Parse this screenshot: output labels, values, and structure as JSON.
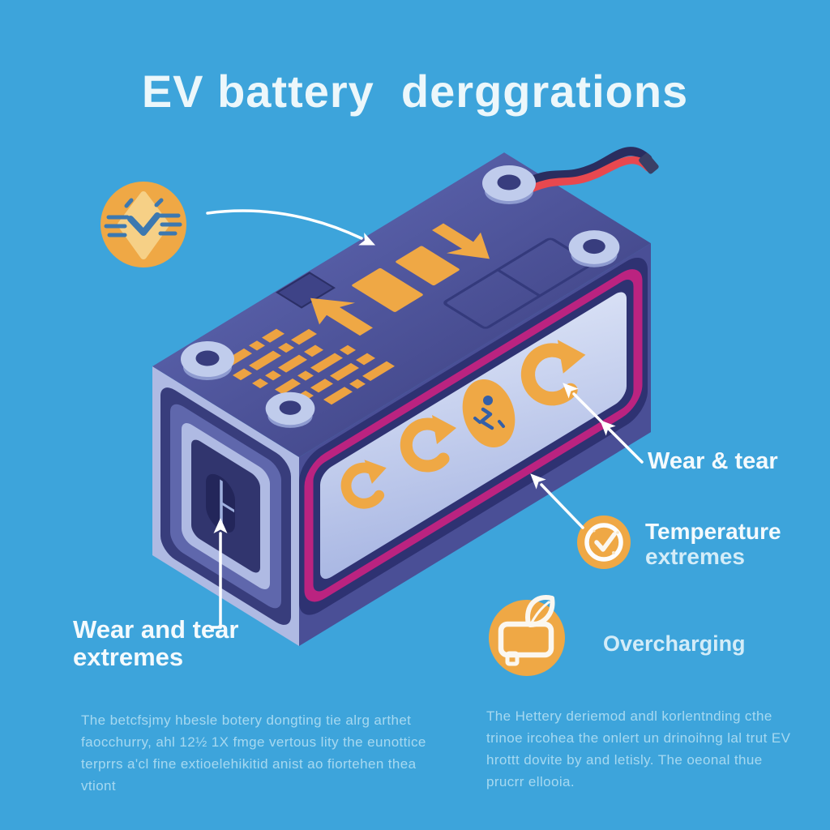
{
  "title": "EV battery  derggrations",
  "colors": {
    "background": "#3DA4DB",
    "title_text": "#ECF7FB",
    "label_text": "#F4FAFD",
    "label_text_dim": "#D3ECF8",
    "paragraph_text": "#BCE4F5",
    "accent_orange": "#EFA845",
    "accent_orange_light": "#F6D086",
    "magenta": "#BB2380",
    "navy_dark": "#2E3272",
    "navy": "#383D7C",
    "face_top": "#4B5199",
    "face_mid": "#5F67AC",
    "face_front_base": "#4A4F96",
    "lavender": "#AFBAE3",
    "lavender_light": "#C0CCEC",
    "window_top": "#D8E0F5",
    "window_bottom": "#A9B7E3",
    "wire_red": "#E8484F",
    "wire_navy": "#2A2D5F",
    "icon_blue": "#3C78B0",
    "glyph_blue": "#335FA8",
    "arrow_white": "#FFFFFF"
  },
  "callouts": {
    "spark": {
      "icon": "spark-icon"
    },
    "wear_tear": {
      "label": "Wear & tear"
    },
    "temperature": {
      "icon": "clock-icon",
      "line1": "Temperature",
      "line2": "extremes"
    },
    "overcharging": {
      "icon": "battery-leaf-icon",
      "label": "Overcharging"
    },
    "wear_tear_extremes": {
      "line1": "Wear and tear",
      "line2": "extremes"
    }
  },
  "paragraphs": {
    "left": [
      "The betcfsjmy hbesle botery dongting tie alrg arthet",
      "faocchurry, ahl 12½ 1X fmge vertous lity the eunottice",
      "terprrs a'cl fine extioelehikitid anist ao fiortehen thea vtiont"
    ],
    "right": [
      "The Hettery deriemod andl korlentnding cthe",
      "trinoe ircohea the onlert un drinoihng lal trut EV",
      "hrottt dovite by and letisly. The oeonal thue",
      "prucrr ellooia."
    ]
  }
}
